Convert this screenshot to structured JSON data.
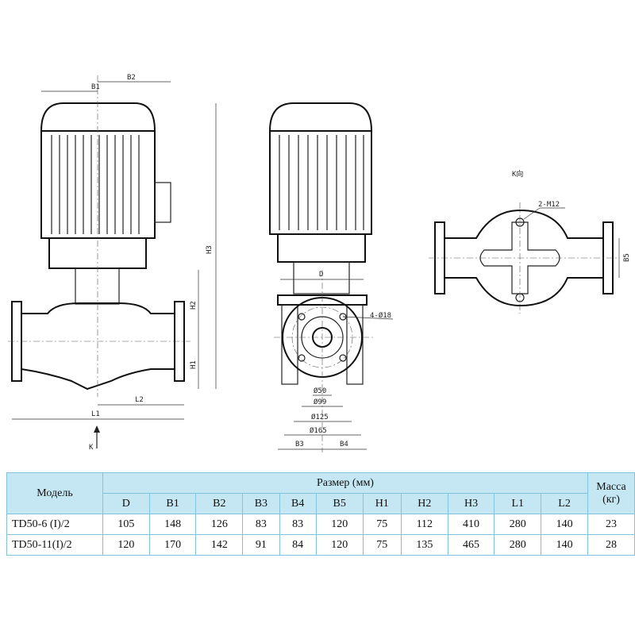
{
  "drawing": {
    "front_view_labels": {
      "b1": "B1",
      "b2": "B2",
      "h1": "H1",
      "h2": "H2",
      "h3": "H3",
      "l1": "L1",
      "l2": "L2",
      "k": "K"
    },
    "side_view_labels": {
      "d": "D",
      "holes": "4-Ø18",
      "d50": "Ø50",
      "d99": "Ø99",
      "d125": "Ø125",
      "d165": "Ø165",
      "b3": "B3",
      "b4": "B4"
    },
    "k_view_labels": {
      "title": "K向",
      "bolts": "2-M12",
      "b5": "B5"
    }
  },
  "table": {
    "model_header": "Модель",
    "size_header": "Размер (мм)",
    "mass_header": "Масса (кг)",
    "columns": [
      "D",
      "B1",
      "B2",
      "B3",
      "B4",
      "B5",
      "H1",
      "H2",
      "H3",
      "L1",
      "L2"
    ],
    "rows": [
      {
        "model": "TD50-6 (I)/2",
        "values": [
          "105",
          "148",
          "126",
          "83",
          "83",
          "120",
          "75",
          "112",
          "410",
          "280",
          "140"
        ],
        "mass": "23"
      },
      {
        "model": "TD50-11(I)/2",
        "values": [
          "120",
          "170",
          "142",
          "91",
          "84",
          "120",
          "75",
          "135",
          "465",
          "280",
          "140"
        ],
        "mass": "28"
      }
    ]
  }
}
